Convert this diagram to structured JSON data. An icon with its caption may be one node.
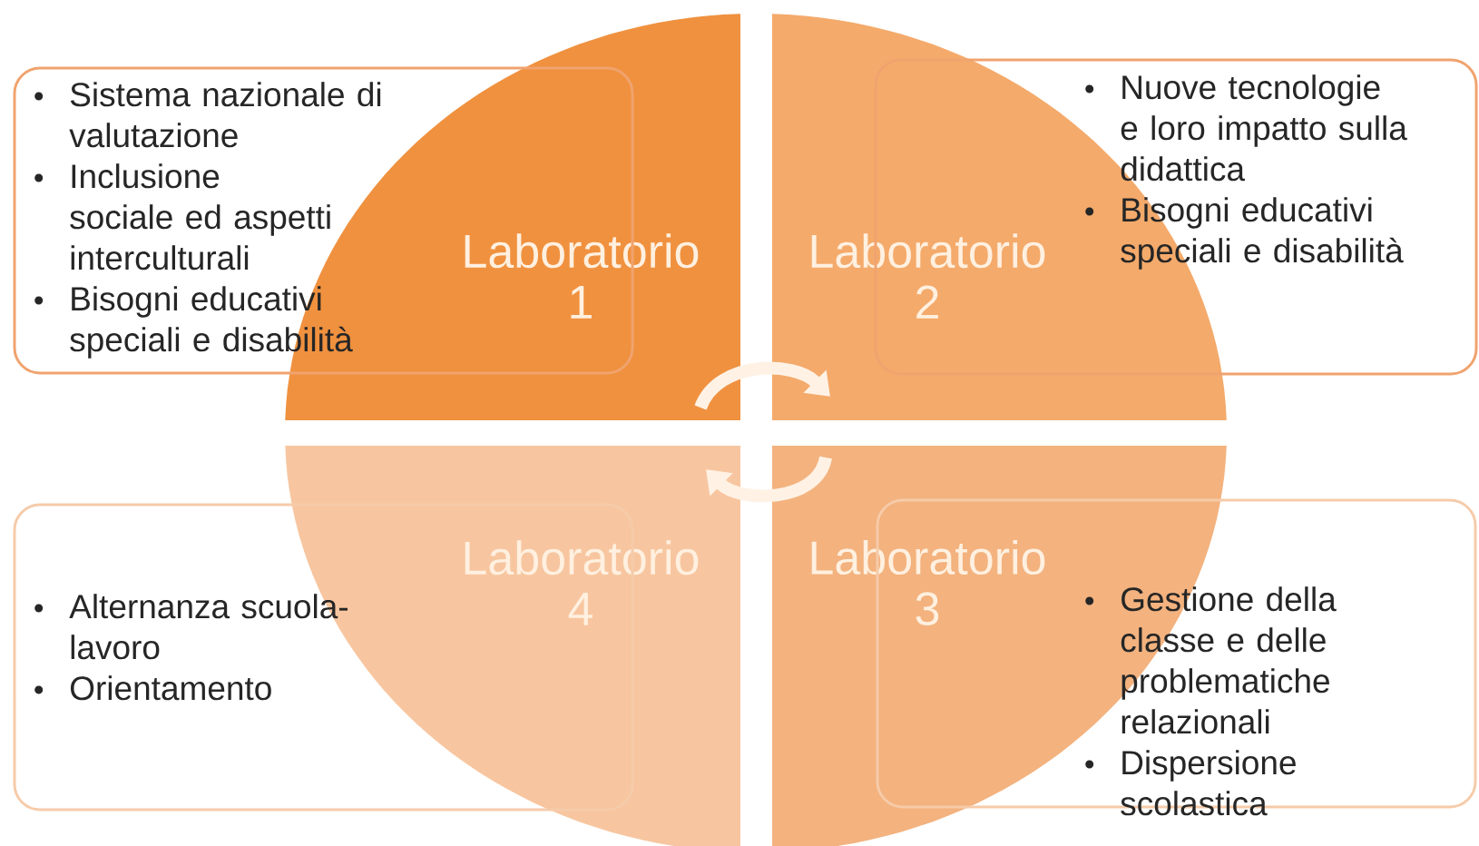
{
  "diagram": {
    "nodes": [
      {
        "text": [
          "Sistema nazionale di valutazione",
          "Inclusione sociale ed aspetti interculturali",
          "Bisogni educativi speciali e disabilità"
        ]
      },
      {
        "text": [
          "Laboratorio 1"
        ]
      },
      {
        "text": [
          "Laboratorio 2"
        ]
      },
      {
        "text": [
          "Nuove tecnologie e loro impatto sulla didattica",
          "Bisogni educativi speciali e disabilità"
        ]
      },
      {
        "text": [
          "Alternanza scuola-lavoro",
          "Orientamento"
        ]
      },
      {
        "text": [
          "Laboratorio 4"
        ]
      },
      {
        "text": [
          "Laboratorio 3"
        ]
      },
      {
        "text": [
          "Gestione della classe e delle problematiche relazionali",
          "Dispersione scolastica"
        ]
      }
    ],
    "edges": [
      {
        "from": 1,
        "to": 2,
        "arrow": "to"
      },
      {
        "from": 6,
        "to": 5,
        "arrow": "to"
      }
    ]
  }
}
